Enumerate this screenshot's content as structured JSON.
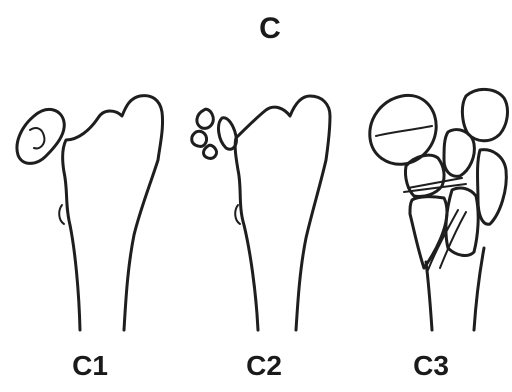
{
  "figure": {
    "heading": "C",
    "panels": [
      {
        "id": "c1",
        "label": "C1"
      },
      {
        "id": "c2",
        "label": "C2"
      },
      {
        "id": "c3",
        "label": "C3"
      }
    ],
    "line_color": "#1e1e1e",
    "background": "#ffffff"
  }
}
